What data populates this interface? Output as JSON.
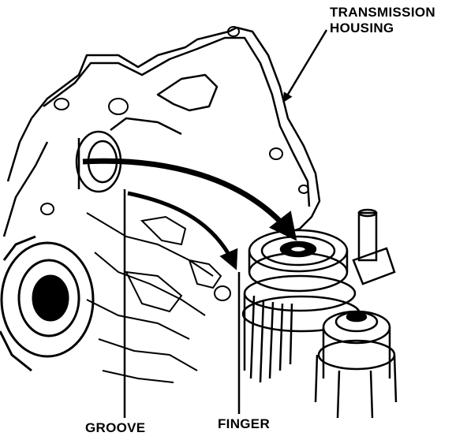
{
  "labels": {
    "transmission_housing_line1": "TRANSMISSION",
    "transmission_housing_line2": "HOUSING",
    "groove": "GROOVE",
    "finger": "FINGER"
  },
  "colors": {
    "ink": "#000000",
    "paper": "#ffffff"
  }
}
